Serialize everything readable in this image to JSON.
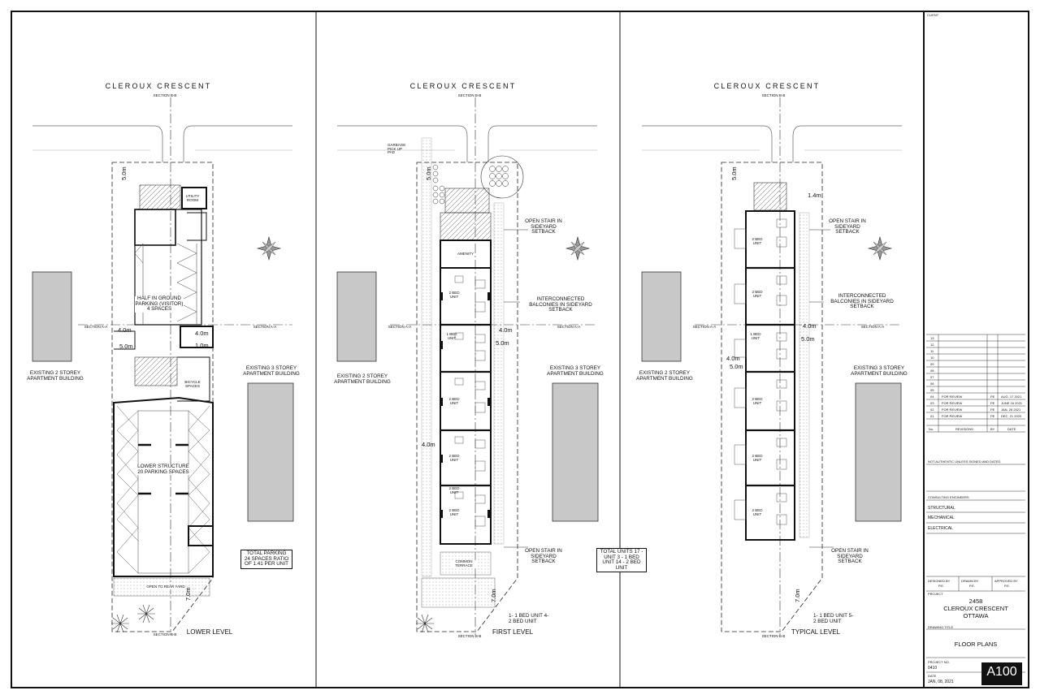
{
  "panels": [
    {
      "street": "CLEROUX CRESCENT",
      "level": "LOWER LEVEL",
      "section_b": "SECTION B-B",
      "section_a": "SECTION A-A",
      "existing_left": "EXISTING 2 STOREY APARTMENT BUILDING",
      "existing_right": "EXISTING 3 STOREY APARTMENT BUILDING",
      "utility": "UTILITY ROOM",
      "half_parking": "HALF IN GROUND PARKING (VISITOR) 4 SPACES",
      "lower_structure": "LOWER STRUCTURE 20 PARKING SPACES",
      "bicycle": "BICYCLE SPACES",
      "open_rear": "OPEN TO REAR YARD",
      "totals": "TOTAL PARKING 24 SPACES RATIO OF 1.41 PER UNIT",
      "dims": [
        "5.0m",
        "4.0m",
        "5.0m",
        "4.0m",
        "1.0m",
        "7.0m"
      ]
    },
    {
      "street": "CLEROUX CRESCENT",
      "level": "FIRST LEVEL",
      "section_b": "SECTION B-B",
      "section_a": "SECTION A-A",
      "existing_left": "EXISTING 2 STOREY APARTMENT BUILDING",
      "existing_right": "EXISTING 3 STOREY APARTMENT BUILDING",
      "garbage": "GARBAGE PICK UP PAD",
      "amenity": "AMENITY",
      "open_stair": "OPEN STAIR IN SIDEYARD SETBACK",
      "balconies": "INTERCONNECTED BALCONIES IN SIDEYARD SETBACK",
      "terrace": "COMMON TERRACE",
      "units": [
        "1 BED UNIT",
        "2 BED UNIT",
        "2 BED UNIT",
        "2 BED UNIT",
        "2 BED UNIT",
        "2 BED UNIT"
      ],
      "totals": "TOTAL UNITS 17 - UNIT 3 - 1 BED UNIT 14 - 2 BED UNIT",
      "mix": "1- 1 BED UNIT 4- 2 BED UNIT",
      "dims": [
        "5.0m",
        "4.0m",
        "5.0m",
        "4.0m",
        "7.0m"
      ]
    },
    {
      "street": "CLEROUX CRESCENT",
      "level": "TYPICAL LEVEL",
      "section_b": "SECTION B-B",
      "section_a": "SECTION A-A",
      "existing_left": "EXISTING 2 STOREY APARTMENT BUILDING",
      "existing_right": "EXISTING 3 STOREY APARTMENT BUILDING",
      "open_stair": "OPEN STAIR IN SIDEYARD SETBACK",
      "balconies": "INTERCONNECTED BALCONIES IN SIDEYARD SETBACK",
      "units": [
        "2 BED UNIT",
        "2 BED UNIT",
        "1 BED UNIT",
        "2 BED UNIT",
        "2 BED UNIT",
        "2 BED UNIT"
      ],
      "mix": "1- 1 BED UNIT 5- 2 BED UNIT",
      "dims": [
        "5.0m",
        "1.4m",
        "4.0m",
        "5.0m",
        "4.0m",
        "5.0m",
        "7.0m"
      ]
    }
  ],
  "titleblock": {
    "client": "CLIENT",
    "revisions": [
      {
        "no": "13",
        "desc": "",
        "by": "",
        "date": ""
      },
      {
        "no": "12",
        "desc": "",
        "by": "",
        "date": ""
      },
      {
        "no": "11",
        "desc": "",
        "by": "",
        "date": ""
      },
      {
        "no": "10",
        "desc": "",
        "by": "",
        "date": ""
      },
      {
        "no": "09",
        "desc": "",
        "by": "",
        "date": ""
      },
      {
        "no": "08",
        "desc": "",
        "by": "",
        "date": ""
      },
      {
        "no": "07",
        "desc": "",
        "by": "",
        "date": ""
      },
      {
        "no": "06",
        "desc": "",
        "by": "",
        "date": ""
      },
      {
        "no": "05",
        "desc": "",
        "by": "",
        "date": ""
      },
      {
        "no": "04",
        "desc": "FOR REVIEW",
        "by": "PE",
        "date": "AUG. 17 2021"
      },
      {
        "no": "03",
        "desc": "FOR REVIEW",
        "by": "PE",
        "date": "JUNE 16 2021"
      },
      {
        "no": "02",
        "desc": "FOR REVIEW",
        "by": "PE",
        "date": "JAN. 26 2021"
      },
      {
        "no": "01",
        "desc": "FOR REVIEW",
        "by": "PE",
        "date": "DEC. 21 2020"
      }
    ],
    "rev_header": {
      "no": "No.",
      "desc": "REVISIONS",
      "by": "BY",
      "date": "DATE"
    },
    "not_authentic": "NOT AUTHENTIC UNLESS SIGNED AND DATED",
    "consulting": "CONSULTING ENGINEERS",
    "engineers": [
      "STRUCTURAL",
      "MECHANICAL",
      "ELECTRICAL"
    ],
    "designed_by_label": "DESIGNED BY",
    "designed_by": "P.E.",
    "drawn_by_label": "DRAWN BY",
    "drawn_by": "P.E.",
    "approved_by_label": "APPROVED BY",
    "approved_by": "P.E.",
    "project_label": "PROJECT",
    "project_lines": [
      "2458",
      "CLEROUX CRESCENT",
      "OTTAWA"
    ],
    "drawing_title_label": "DRAWING TITLE",
    "drawing_title": "FLOOR PLANS",
    "project_no_label": "PROJECT NO.",
    "project_no": "0410",
    "date_label": "DATE",
    "date": "JAN, 08, 2021",
    "sheet": "A100"
  }
}
